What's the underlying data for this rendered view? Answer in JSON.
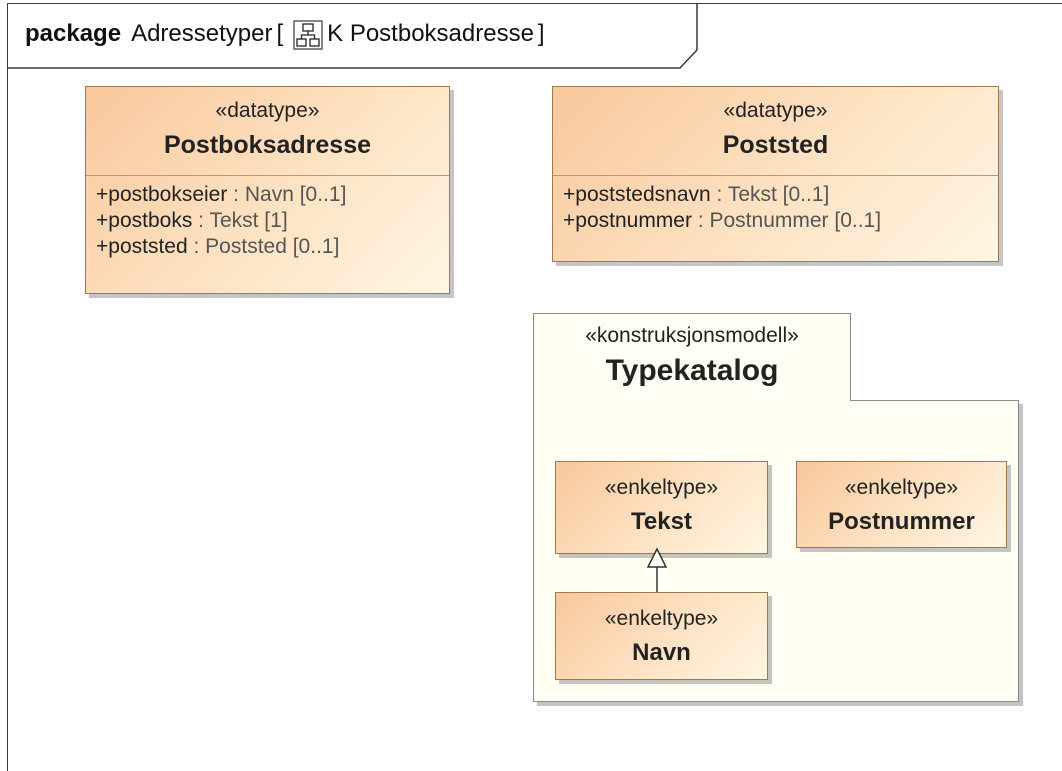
{
  "frame": {
    "kind": "package",
    "name": "Adressetyper",
    "open_bracket": "[",
    "diagram_name": "K Postboksadresse",
    "close_bracket": "]"
  },
  "classes": {
    "postboksadresse": {
      "stereotype": "«datatype»",
      "name": "Postboksadresse",
      "attributes": [
        {
          "name": "+postbokseier",
          "sep": " : ",
          "type": "Navn [0..1]"
        },
        {
          "name": "+postboks",
          "sep": " : ",
          "type": "Tekst [1]"
        },
        {
          "name": "+poststed",
          "sep": " : ",
          "type": "Poststed [0..1]"
        }
      ]
    },
    "poststed": {
      "stereotype": "«datatype»",
      "name": "Poststed",
      "attributes": [
        {
          "name": "+poststedsnavn",
          "sep": " : ",
          "type": "Tekst [0..1]"
        },
        {
          "name": "+postnummer",
          "sep": " : ",
          "type": "Postnummer [0..1]"
        }
      ]
    }
  },
  "package": {
    "stereotype": "«konstruksjonsmodell»",
    "name": "Typekatalog",
    "classes": {
      "tekst": {
        "stereotype": "«enkeltype»",
        "name": "Tekst"
      },
      "postnummer": {
        "stereotype": "«enkeltype»",
        "name": "Postnummer"
      },
      "navn": {
        "stereotype": "«enkeltype»",
        "name": "Navn"
      }
    }
  },
  "relations": [
    {
      "type": "generalization",
      "from": "Navn",
      "to": "Tekst"
    }
  ],
  "colors": {
    "class_fill_start": "#f9c79b",
    "class_fill_end": "#fff6e2",
    "class_border": "#9a7a50",
    "package_fill": "#fffff4"
  }
}
